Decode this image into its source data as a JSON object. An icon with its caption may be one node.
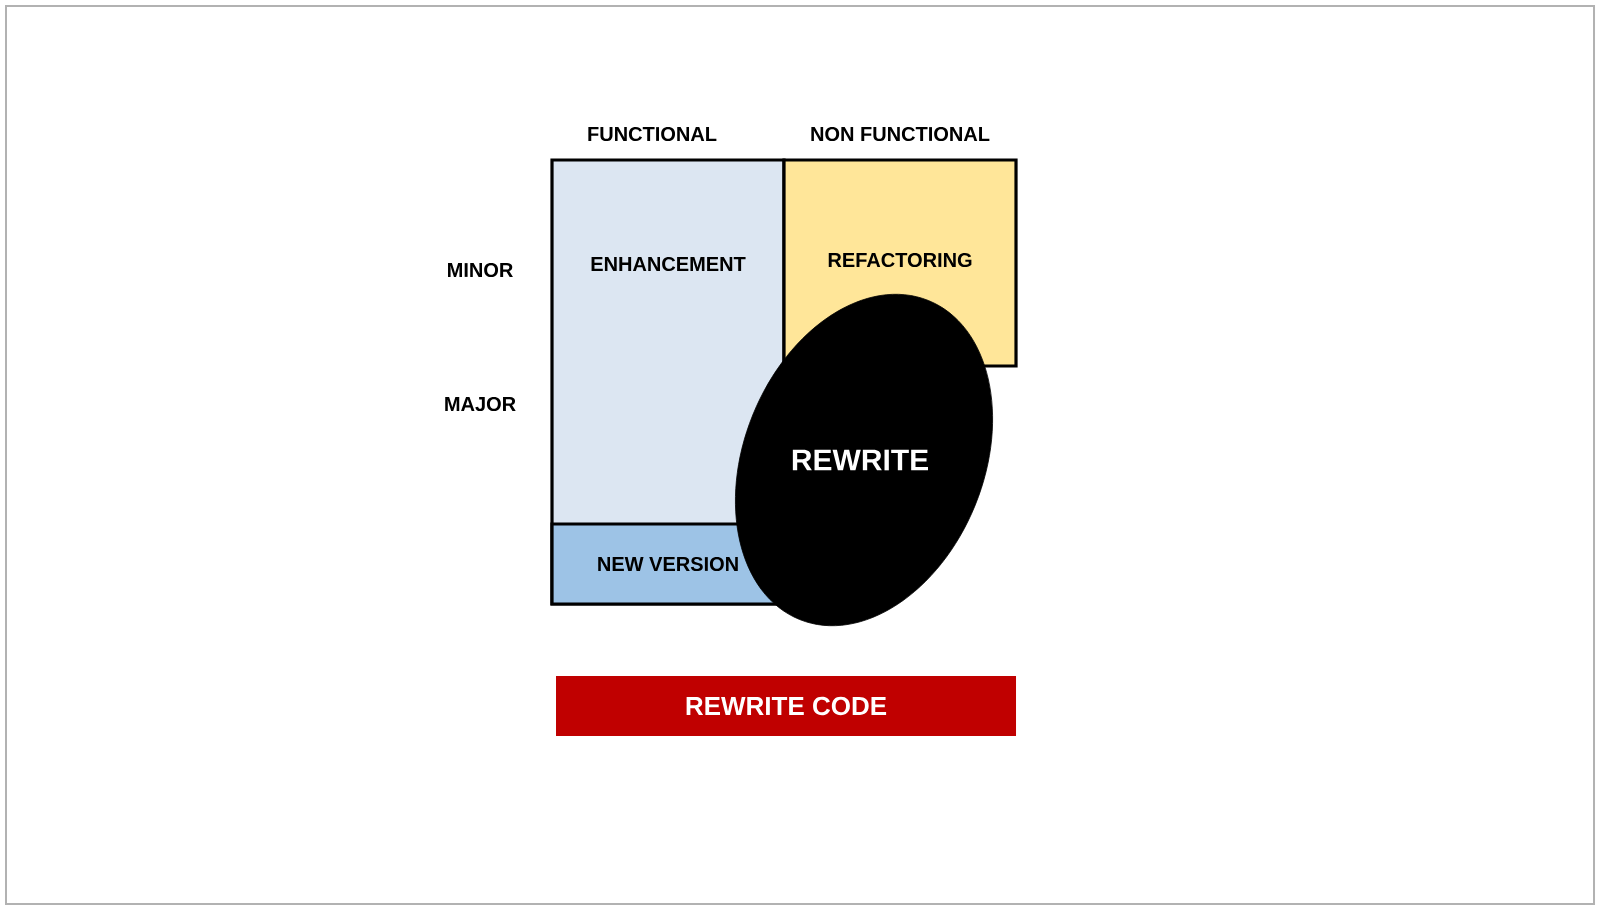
{
  "diagram": {
    "nodes": [
      {
        "text": [
          "ENHANCEMENT"
        ]
      },
      {
        "text": [
          "REFACTORING"
        ]
      },
      {
        "text": [
          "NEW VERSION"
        ],
        "in": 0
      },
      {
        "text": [
          "REWRITE"
        ]
      },
      {
        "text": [
          "REWRITE CODE"
        ]
      }
    ],
    "labels": [
      "FUNCTIONAL",
      "NON FUNCTIONAL",
      "MINOR",
      "MAJOR"
    ]
  }
}
